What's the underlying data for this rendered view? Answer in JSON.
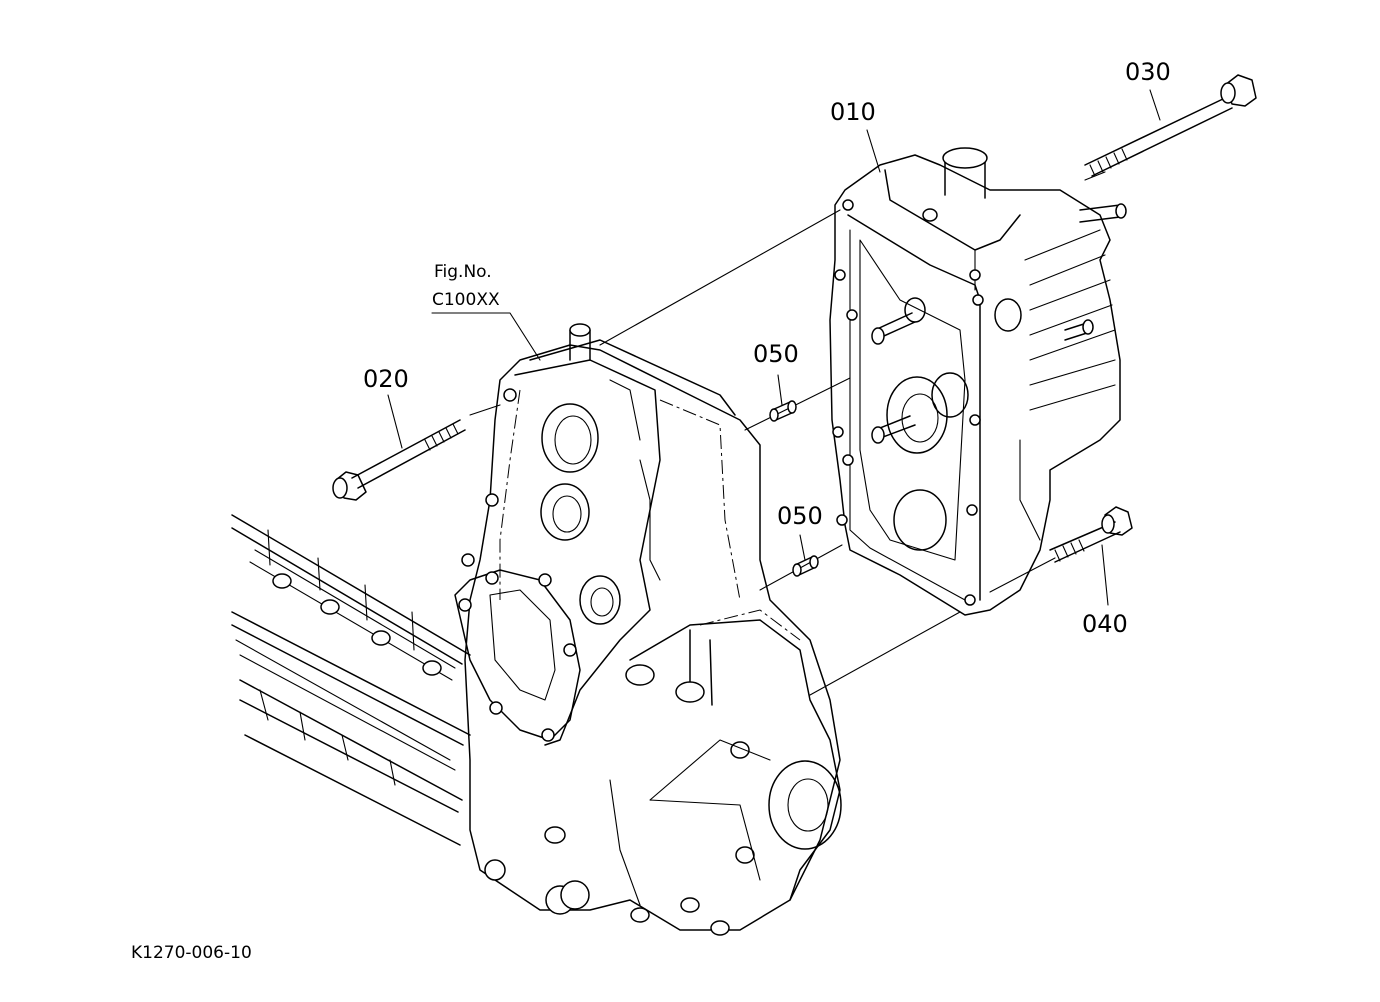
{
  "callouts": {
    "part_010": "010",
    "part_020": "020",
    "part_030": "030",
    "part_040": "040",
    "part_050_upper": "050",
    "part_050_lower": "050"
  },
  "figure_ref": {
    "line1": "Fig.No.",
    "line2": "C100XX"
  },
  "drawing_code": "K1270-006-10"
}
